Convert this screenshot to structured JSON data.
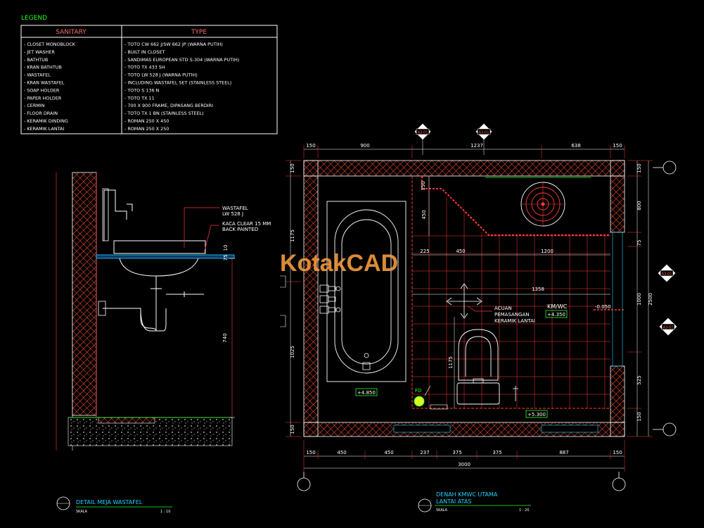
{
  "legend": {
    "title": "LEGEND",
    "col_headers": [
      "SANITARY",
      "TYPE"
    ],
    "rows": [
      [
        "- CLOSET MONOBLOCK",
        "- TOTO CW 662 J/SW 662 JP (WARNA PUTIH)"
      ],
      [
        "- JET WASHER",
        "- BUILT IN CLOSET"
      ],
      [
        "- BATHTUB",
        "- SANDIMAS EUROPEAN STD S-304 (WARNA PUTIH)"
      ],
      [
        "- KRAN BATHTUB",
        "- TOTO TX 433 SH"
      ],
      [
        "- WASTAFEL",
        "- TOTO LW 528 J (WARNA PUTIH)"
      ],
      [
        "- KRAN WASTAFEL",
        "- INCLUDING WASTAFEL SET (STAINLESS STEEL)"
      ],
      [
        "- SOAP HOLDER",
        "- TOTO S 136 N"
      ],
      [
        "- PAPER HOLDER",
        "- TOTO TX 11"
      ],
      [
        "- CERMIN",
        "- 700 X 900 FRAME, DIPASANG BERDIRI"
      ],
      [
        "- FLOOR DRAIN",
        "- TOTO TX 1 BN (STAINLESS STEEL)"
      ],
      [
        "- KERAMIK DINDING",
        "- ROMAN 250 X 450"
      ],
      [
        "- KERAMIK LANTAI",
        "- ROMAN 250 X 250"
      ]
    ]
  },
  "detail": {
    "wastafel_label_1": "WASTAFEL",
    "wastafel_label_2": "LW 528 J",
    "kaca_label_1": "KACA CLEAR 15 MM",
    "kaca_label_2": "BACK PAINTED",
    "dim_10": "10",
    "dim_75": "75",
    "dim_740": "740",
    "title": "DETAIL MEJA WASTAFEL",
    "scale_word": "SKALA",
    "scale": "1 : 10"
  },
  "plan": {
    "top_dims": [
      "150",
      "900",
      "1237",
      "638",
      "150"
    ],
    "bottom_dims": [
      "150",
      "450",
      "450",
      "237",
      "375",
      "375",
      "887",
      "150"
    ],
    "total_width": "3000",
    "left_dims": [
      "150",
      "1175",
      "1025",
      "150"
    ],
    "right_dims": [
      "150",
      "800",
      "75",
      "1000",
      "525",
      "150"
    ],
    "right_total": "2500",
    "inner_150": "150",
    "inner_450": "450",
    "inner_225": "225",
    "inner_450b": "450",
    "inner_1200": "1200",
    "inner_1358": "1358",
    "inner_1175": "1175",
    "acuan_1": "ACUAN",
    "acuan_2": "PEMASANGAN",
    "acuan_3": "KERAMIK LANTAI",
    "room_name": "KM/WC",
    "room_level": "+4.350",
    "level_tub": "+4.850",
    "level_floor": "+5.300",
    "level_right": "-0.050",
    "fd_label": "FD",
    "section_a1": "A3-01",
    "section_a2": "A3-01",
    "section_r1": "A3-01",
    "section_r2": "A3-01",
    "title_1": "DENAH KMWC UTAMA",
    "title_2": "LANTAI ATAS",
    "scale_word": "SKALA",
    "scale": "1 : 20"
  },
  "watermark": "KotakCAD"
}
